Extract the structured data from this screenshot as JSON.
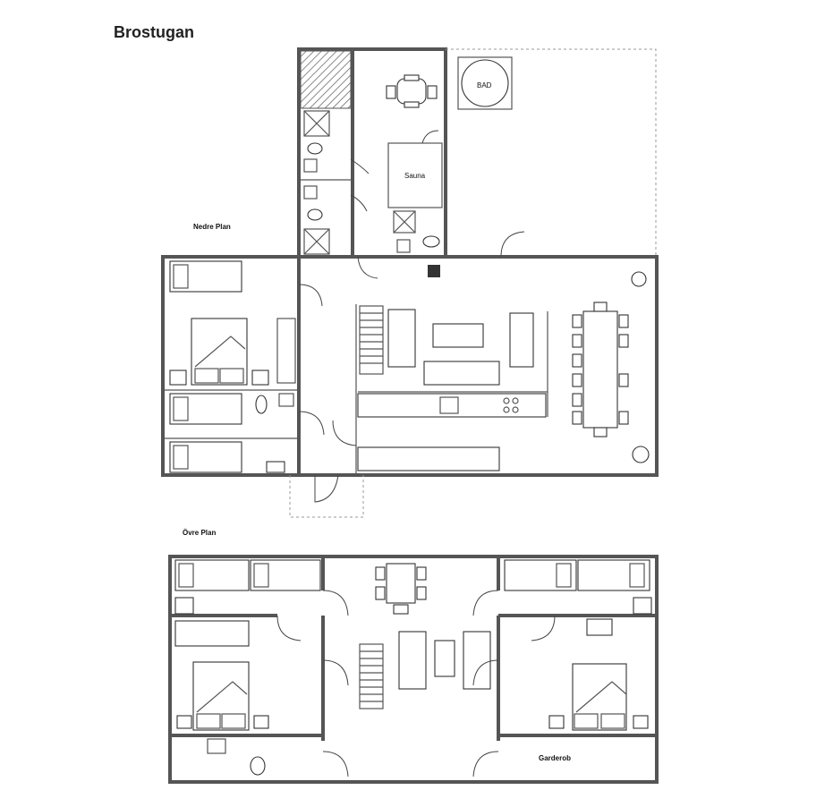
{
  "title": "Brostugan",
  "labels": {
    "lower_plan": "Nedre Plan",
    "upper_plan": "Övre Plan",
    "sauna": "Sauna",
    "bath": "BAD",
    "wardrobe": "Garderob"
  },
  "colors": {
    "wall": "#555555",
    "line": "#333333",
    "hatch": "#666666",
    "dashed": "#999999"
  }
}
